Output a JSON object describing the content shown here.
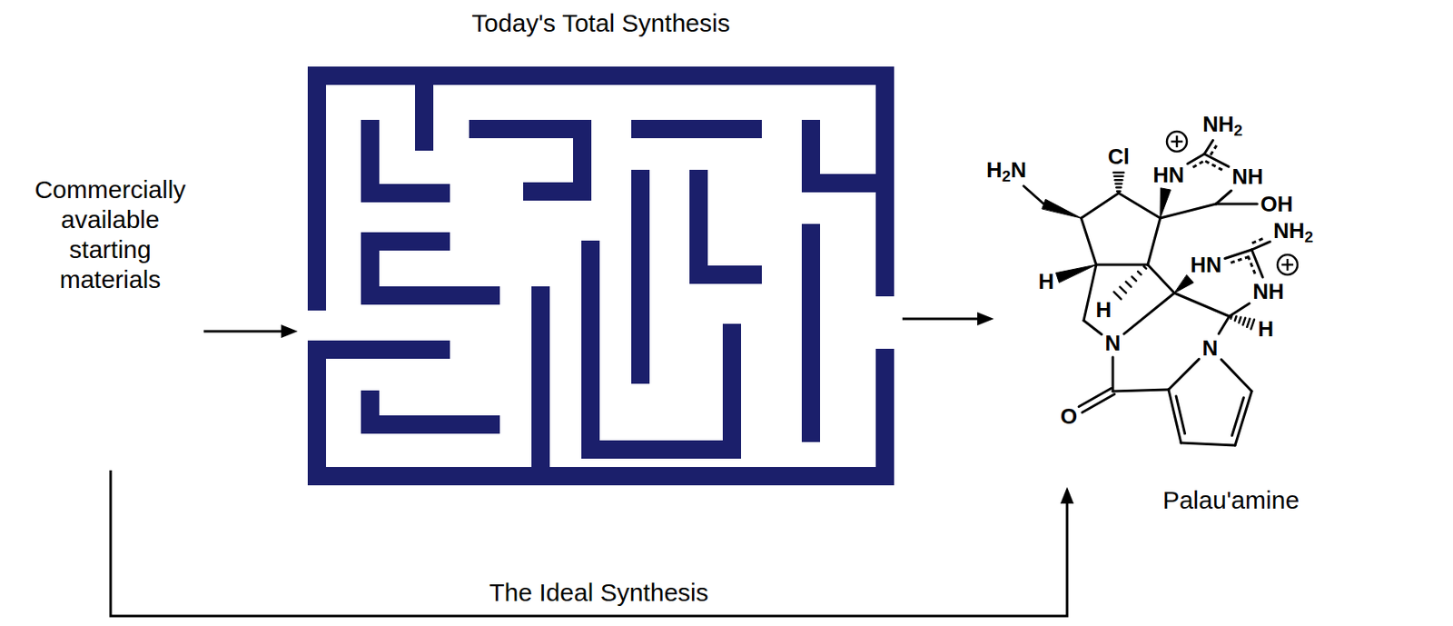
{
  "diagram": {
    "nodes": [
      {
        "text": [
          "Commercially available starting materials"
        ]
      },
      {
        "text": [
          "Today's Total Synthesis"
        ]
      },
      {
        "text": [
          "Palau'amine"
        ]
      }
    ],
    "edges": [
      {
        "from": 0,
        "to": 1,
        "arrow": "to"
      },
      {
        "from": 1,
        "to": 2,
        "arrow": "to"
      },
      {
        "from": 0,
        "to": 2,
        "arrow": "to",
        "label": "The Ideal Synthesis"
      }
    ],
    "labels": [
      "NH2",
      "Cl",
      "H2N",
      "HN",
      "NH",
      "OH",
      "NH2",
      "HN",
      "H",
      "NH",
      "H",
      "H",
      "N",
      "N",
      "O"
    ]
  }
}
